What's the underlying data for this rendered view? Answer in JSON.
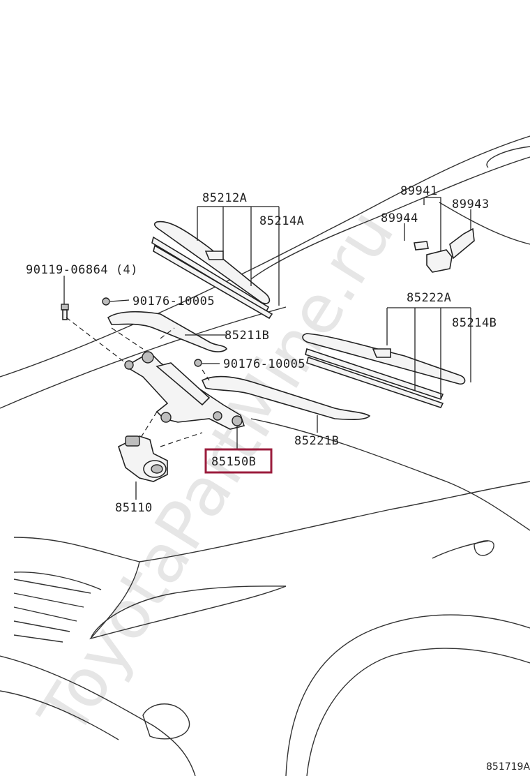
{
  "watermark": "ToyotaPartMine.ru",
  "figure_code": "851719A",
  "highlight_color": "#9b1c3c",
  "parts": {
    "blade_front_right": "85212A",
    "rubber_front_right": "85214A",
    "cap_a": "89941",
    "cap_b": "89944",
    "cap_c": "89943",
    "bolt": "90119-06864 (4)",
    "nut_upper": "90176-10005",
    "arm_right": "85211B",
    "nut_lower": "90176-10005",
    "blade_left": "85222A",
    "rubber_left": "85214B",
    "arm_left": "85221B",
    "linkage": "85150B",
    "motor": "85110"
  },
  "selected_part": "85150B"
}
